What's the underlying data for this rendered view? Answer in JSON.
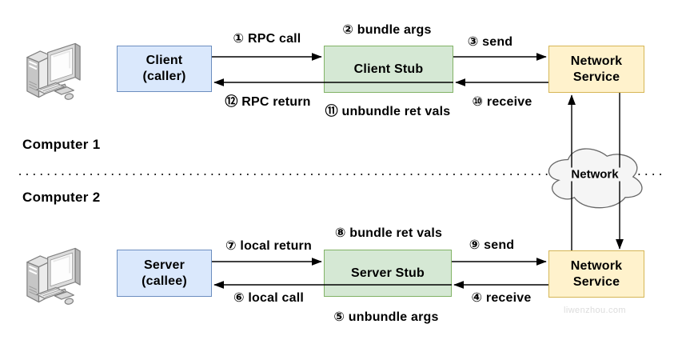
{
  "diagram": {
    "computer1_label": "Computer 1",
    "computer2_label": "Computer 2",
    "cloud_label": "Network",
    "watermark": "liwenzhou.com"
  },
  "boxes": {
    "client": {
      "line1": "Client",
      "line2": "(caller)"
    },
    "client_stub": {
      "label": "Client Stub"
    },
    "network_service_top": {
      "line1": "Network",
      "line2": "Service"
    },
    "server": {
      "line1": "Server",
      "line2": "(callee)"
    },
    "server_stub": {
      "label": "Server Stub"
    },
    "network_service_bottom": {
      "line1": "Network",
      "line2": "Service"
    }
  },
  "steps": {
    "step1": "① RPC call",
    "step2": "② bundle args",
    "step3": "③ send",
    "step4": "④ receive",
    "step5": "⑤ unbundle args",
    "step6": "⑥ local call",
    "step7": "⑦ local return",
    "step8": "⑧ bundle ret vals",
    "step9": "⑨ send",
    "step10": "⑩ receive",
    "step11": "⑪ unbundle ret vals",
    "step12": "⑫ RPC return"
  },
  "colors": {
    "client_fill": "#dae8fc",
    "client_border": "#6c8ebf",
    "stub_fill": "#d5e8d4",
    "stub_border": "#82b366",
    "service_fill": "#fff2cc",
    "service_border": "#d6b656",
    "cloud_fill": "#f5f5f5",
    "cloud_border": "#666666",
    "arrow": "#000000",
    "watermark": "#dcdcdc"
  }
}
